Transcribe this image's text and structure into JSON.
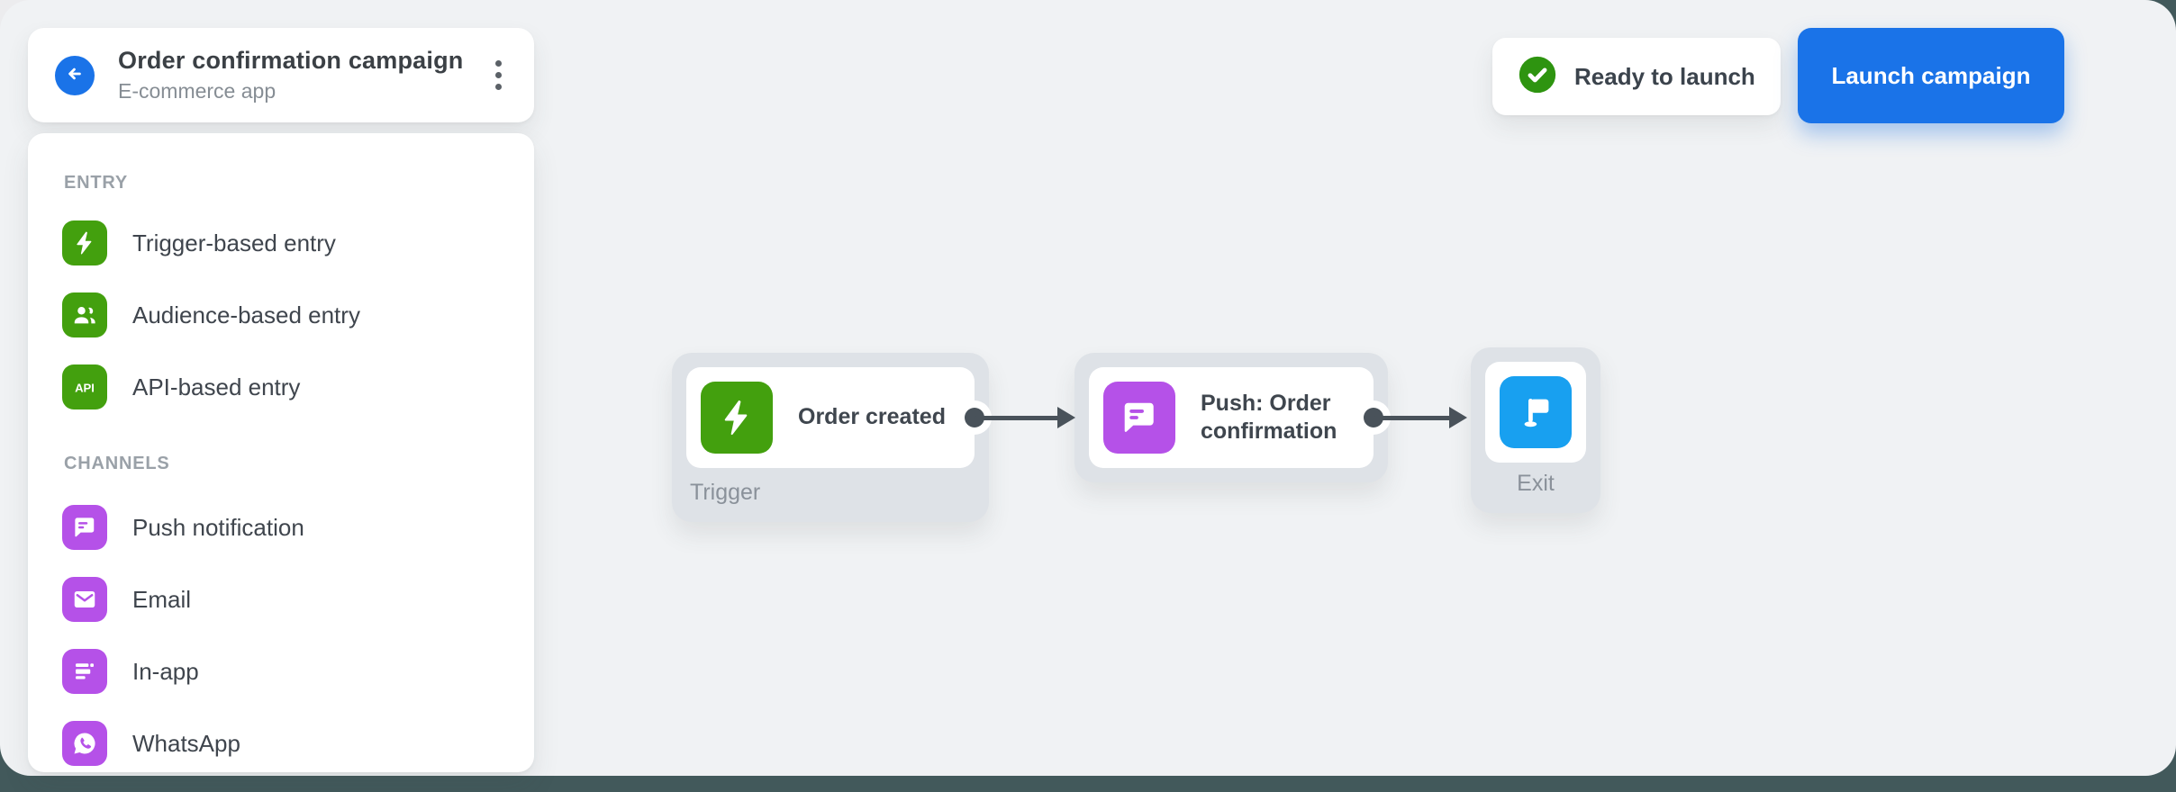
{
  "header": {
    "title": "Order confirmation campaign",
    "subtitle": "E-commerce app"
  },
  "status": {
    "label": "Ready to launch"
  },
  "launch": {
    "label": "Launch campaign"
  },
  "sidebar": {
    "sections": [
      {
        "title": "ENTRY",
        "items": [
          {
            "label": "Trigger-based entry",
            "icon": "lightning-icon",
            "color": "#43a00e"
          },
          {
            "label": "Audience-based entry",
            "icon": "people-icon",
            "color": "#43a00e"
          },
          {
            "label": "API-based entry",
            "icon": "api-icon",
            "color": "#43a00e"
          }
        ]
      },
      {
        "title": "CHANNELS",
        "items": [
          {
            "label": "Push notification",
            "icon": "chat-bubble-icon",
            "color": "#b551e8"
          },
          {
            "label": "Email",
            "icon": "envelope-icon",
            "color": "#b551e8"
          },
          {
            "label": "In-app",
            "icon": "in-app-icon",
            "color": "#b551e8"
          },
          {
            "label": "WhatsApp",
            "icon": "whatsapp-icon",
            "color": "#b551e8"
          }
        ]
      }
    ]
  },
  "flow": {
    "nodes": [
      {
        "id": "trigger",
        "title": "Order created",
        "badge": "Trigger",
        "icon": "lightning-icon",
        "icon_color": "#43a00e"
      },
      {
        "id": "push",
        "title": "Push: Order confirmation",
        "icon": "chat-bubble-icon",
        "icon_color": "#b551e8"
      },
      {
        "id": "exit",
        "badge": "Exit",
        "icon": "flag-icon",
        "icon_color": "#18a0f0"
      }
    ]
  },
  "colors": {
    "accent_blue": "#1a73e8",
    "entry_green": "#43a00e",
    "channel_purple": "#b551e8",
    "exit_blue": "#18a0f0",
    "status_green": "#2e9410",
    "connector": "#49525a",
    "canvas_bg": "#f0f2f4",
    "node_frame": "#dee2e7",
    "backdrop": "#42595b"
  }
}
